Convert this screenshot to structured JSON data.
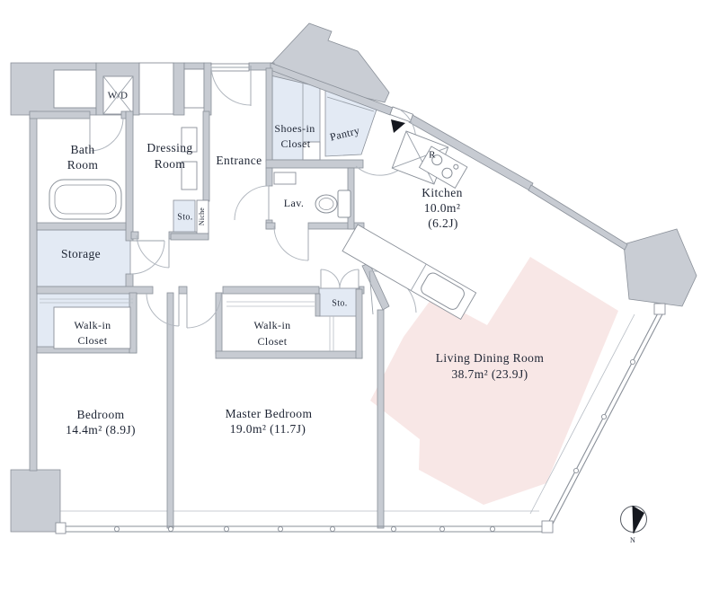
{
  "plan": {
    "type": "apartment-floor-plan",
    "colors": {
      "wall_gray": "#c7cbd2",
      "wall_line": "#8a9099",
      "closet_blue": "#e3eaf4",
      "living_highlight_pink": "#f8e7e6",
      "text": "#1d2433"
    },
    "labels": {
      "bath1": "Bath",
      "bath2": "Room",
      "dressing1": "Dressing",
      "dressing2": "Room",
      "entrance": "Entrance",
      "shoes1": "Shoes-in",
      "shoes2": "Closet",
      "pantry": "Pantry",
      "lav": "Lav.",
      "kitchen_name": "Kitchen",
      "kitchen_sqm": "10.0m²",
      "kitchen_jo": "(6.2J)",
      "storage": "Storage",
      "wic1": "Walk-in",
      "wic2": "Closet",
      "sto_hall": "Sto.",
      "sto_master": "Sto.",
      "niche": "Niche",
      "bedroom_name": "Bedroom",
      "bedroom_area": "14.4m² (8.9J)",
      "master_name": "Master Bedroom",
      "master_area": "19.0m² (11.7J)",
      "ldr_name": "Living Dining Room",
      "ldr_area": "38.7m² (23.9J)",
      "wd": "W/D",
      "fridge": "R",
      "north": "N"
    }
  }
}
